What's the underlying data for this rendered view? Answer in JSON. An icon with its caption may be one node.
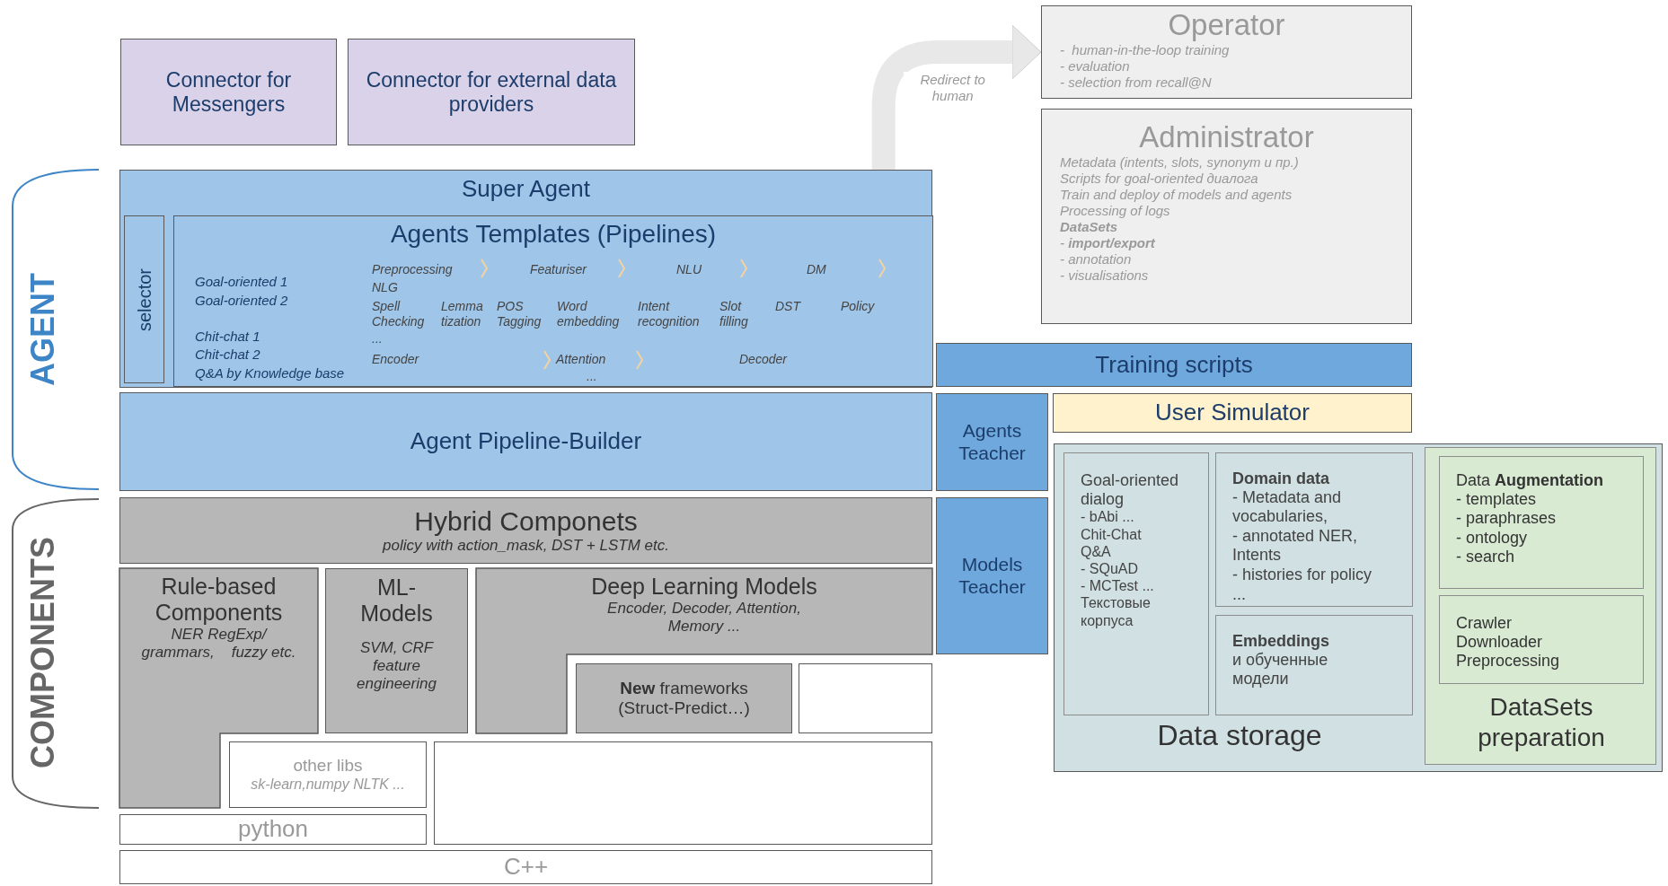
{
  "diagram": {
    "nodes": [
      {
        "text": [
          "Connector for Messengers"
        ]
      },
      {
        "text": [
          "Connector for external data providers"
        ]
      },
      {
        "text": [
          "Operator",
          "-  human-in-the-loop training",
          "- evaluation",
          "- selection from recall@N"
        ]
      },
      {
        "text": [
          "Administrator",
          "Metadata (intents, slots, synonym и пр.)",
          "Scripts for goal-oriented диалога",
          "Train and deploy of models and agents",
          "Processing of logs",
          "**DataSets**",
          "- **import/export**",
          "- annotation",
          "- visualisations"
        ]
      },
      {
        "text": [
          "Super Agent"
        ]
      },
      {
        "text": [
          "selector"
        ],
        "in": 4
      },
      {
        "text": [
          "Agents Templates (Pipelines)",
          "Goal-oriented 1",
          "Goal-oriented 2",
          "Chit-chat 1",
          "Chit-chat 2",
          "Q&A by Knowledge base",
          "Preprocessing",
          "Featuriser",
          "NLU",
          "DM",
          "NLG",
          "Spell Checking",
          "Lemma tization",
          "POS Tagging",
          "Word embedding",
          "Intent recognition",
          "Slot filling",
          "DST",
          "Policy",
          "...",
          "Encoder",
          "Attention",
          "Decoder",
          "..."
        ],
        "in": 4
      },
      {
        "text": [
          "Training scripts"
        ]
      },
      {
        "text": [
          "Agent Pipeline-Builder"
        ]
      },
      {
        "text": [
          "Agents Teacher"
        ]
      },
      {
        "text": [
          "User Simulator"
        ]
      },
      {
        "text": [
          "Data storage"
        ]
      },
      {
        "text": [
          "Goal-oriented dialog",
          "- bAbi ...",
          "Chit-Chat",
          "Q&A",
          "- SQuAD",
          "- MCTest ...",
          "Текстовые корпуса"
        ],
        "in": 11
      },
      {
        "text": [
          "Domain data",
          "- Metadata and vocabularies,",
          "- annotated NER, Intents",
          "- histories for policy",
          "..."
        ],
        "in": 11
      },
      {
        "text": [
          "Embeddings",
          "и обученные модели"
        ],
        "in": 11
      },
      {
        "text": [
          "DataSets preparation"
        ],
        "in": 11
      },
      {
        "text": [
          "Data **Augmentation**",
          "- templates",
          "- paraphrases",
          "- ontology",
          "- search"
        ],
        "in": 15
      },
      {
        "text": [
          "Crawler",
          "Downloader",
          "Preprocessing"
        ],
        "in": 15
      },
      {
        "text": [
          "Hybrid Componets",
          "policy with action_mask, DST + LSTM etc."
        ]
      },
      {
        "text": [
          "Models Teacher"
        ]
      },
      {
        "text": [
          "Rule-based Components",
          "NER RegExp/ grammars,    fuzzy etc."
        ]
      },
      {
        "text": [
          "ML- Models",
          "SVM, CRF feature engineering"
        ]
      },
      {
        "text": [
          "Deep Learning Models",
          "Encoder, Decoder, Attention, Memory ..."
        ]
      },
      {
        "text": [
          "**New** frameworks (Struct-Predict…)"
        ]
      },
      {
        "text": [],
        "shape": "box"
      },
      {
        "text": [
          "other libs",
          "sk-learn,numpy NLTK ..."
        ]
      },
      {
        "text": [],
        "shape": "box"
      },
      {
        "text": [
          "python"
        ]
      },
      {
        "text": [
          "C++"
        ]
      }
    ],
    "edges": [
      {
        "from": 4,
        "to": 2,
        "arrow": "to",
        "label": "Redirect to human"
      }
    ],
    "labels": [
      "AGENT",
      "COMPONENTS"
    ]
  }
}
